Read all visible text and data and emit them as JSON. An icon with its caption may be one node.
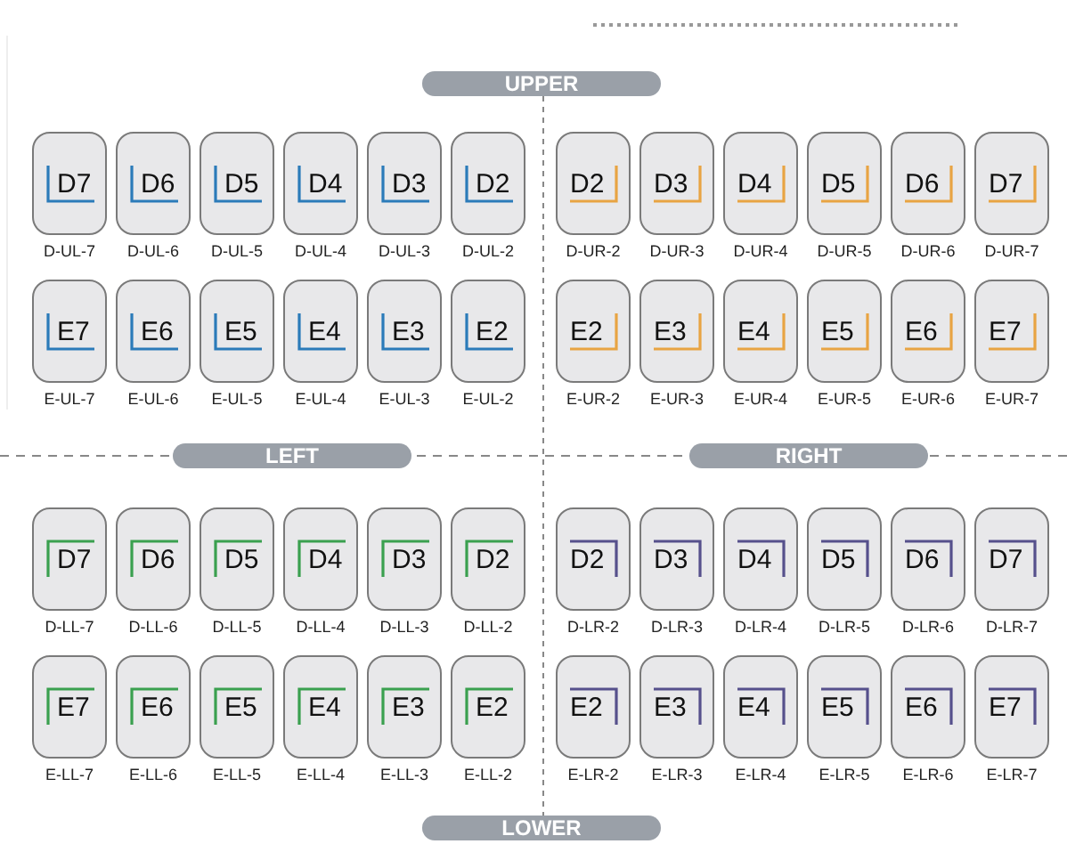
{
  "diagram": {
    "nodes": [
      {
        "text": [
          "UPPER"
        ]
      },
      {
        "text": [
          "D7"
        ],
        "beside": [
          "D-UL-7"
        ]
      },
      {
        "text": [
          "D6"
        ],
        "beside": [
          "D-UL-6"
        ]
      },
      {
        "text": [
          "D5"
        ],
        "beside": [
          "D-UL-5"
        ]
      },
      {
        "text": [
          "D4"
        ],
        "beside": [
          "D-UL-4"
        ]
      },
      {
        "text": [
          "D3"
        ],
        "beside": [
          "D-UL-3"
        ]
      },
      {
        "text": [
          "D2"
        ],
        "beside": [
          "D-UL-2"
        ]
      },
      {
        "text": [
          "D2"
        ],
        "beside": [
          "D-UR-2"
        ]
      },
      {
        "text": [
          "D3"
        ],
        "beside": [
          "D-UR-3"
        ]
      },
      {
        "text": [
          "D4"
        ],
        "beside": [
          "D-UR-4"
        ]
      },
      {
        "text": [
          "D5"
        ],
        "beside": [
          "D-UR-5"
        ]
      },
      {
        "text": [
          "D6"
        ],
        "beside": [
          "D-UR-6"
        ]
      },
      {
        "text": [
          "D7"
        ],
        "beside": [
          "D-UR-7"
        ]
      },
      {
        "text": [
          "E7"
        ],
        "beside": [
          "E-UL-7"
        ]
      },
      {
        "text": [
          "E6"
        ],
        "beside": [
          "E-UL-6"
        ]
      },
      {
        "text": [
          "E5"
        ],
        "beside": [
          "E-UL-5"
        ]
      },
      {
        "text": [
          "E4"
        ],
        "beside": [
          "E-UL-4"
        ]
      },
      {
        "text": [
          "E3"
        ],
        "beside": [
          "E-UL-3"
        ]
      },
      {
        "text": [
          "E2"
        ],
        "beside": [
          "E-UL-2"
        ]
      },
      {
        "text": [
          "E2"
        ],
        "beside": [
          "E-UR-2"
        ]
      },
      {
        "text": [
          "E3"
        ],
        "beside": [
          "E-UR-3"
        ]
      },
      {
        "text": [
          "E4"
        ],
        "beside": [
          "E-UR-4"
        ]
      },
      {
        "text": [
          "E5"
        ],
        "beside": [
          "E-UR-5"
        ]
      },
      {
        "text": [
          "E6"
        ],
        "beside": [
          "E-UR-6"
        ]
      },
      {
        "text": [
          "E7"
        ],
        "beside": [
          "E-UR-7"
        ]
      },
      {
        "text": [
          "LEFT"
        ]
      },
      {
        "text": [
          "RIGHT"
        ]
      },
      {
        "text": [
          "D7"
        ],
        "beside": [
          "D-LL-7"
        ]
      },
      {
        "text": [
          "D6"
        ],
        "beside": [
          "D-LL-6"
        ]
      },
      {
        "text": [
          "D5"
        ],
        "beside": [
          "D-LL-5"
        ]
      },
      {
        "text": [
          "D4"
        ],
        "beside": [
          "D-LL-4"
        ]
      },
      {
        "text": [
          "D3"
        ],
        "beside": [
          "D-LL-3"
        ]
      },
      {
        "text": [
          "D2"
        ],
        "beside": [
          "D-LL-2"
        ]
      },
      {
        "text": [
          "D2"
        ],
        "beside": [
          "D-LR-2"
        ]
      },
      {
        "text": [
          "D3"
        ],
        "beside": [
          "D-LR-3"
        ]
      },
      {
        "text": [
          "D4"
        ],
        "beside": [
          "D-LR-4"
        ]
      },
      {
        "text": [
          "D5"
        ],
        "beside": [
          "D-LR-5"
        ]
      },
      {
        "text": [
          "D6"
        ],
        "beside": [
          "D-LR-6"
        ]
      },
      {
        "text": [
          "D7"
        ],
        "beside": [
          "D-LR-7"
        ]
      },
      {
        "text": [
          "E7"
        ],
        "beside": [
          "E-LL-7"
        ]
      },
      {
        "text": [
          "E6"
        ],
        "beside": [
          "E-LL-6"
        ]
      },
      {
        "text": [
          "E5"
        ],
        "beside": [
          "E-LL-5"
        ]
      },
      {
        "text": [
          "E4"
        ],
        "beside": [
          "E-LL-4"
        ]
      },
      {
        "text": [
          "E3"
        ],
        "beside": [
          "E-LL-3"
        ]
      },
      {
        "text": [
          "E2"
        ],
        "beside": [
          "E-LL-2"
        ]
      },
      {
        "text": [
          "E2"
        ],
        "beside": [
          "E-LR-2"
        ]
      },
      {
        "text": [
          "E3"
        ],
        "beside": [
          "E-LR-3"
        ]
      },
      {
        "text": [
          "E4"
        ],
        "beside": [
          "E-LR-4"
        ]
      },
      {
        "text": [
          "E5"
        ],
        "beside": [
          "E-LR-5"
        ]
      },
      {
        "text": [
          "E6"
        ],
        "beside": [
          "E-LR-6"
        ]
      },
      {
        "text": [
          "E7"
        ],
        "beside": [
          "E-LR-7"
        ]
      },
      {
        "text": [
          "LOWER"
        ]
      }
    ]
  }
}
